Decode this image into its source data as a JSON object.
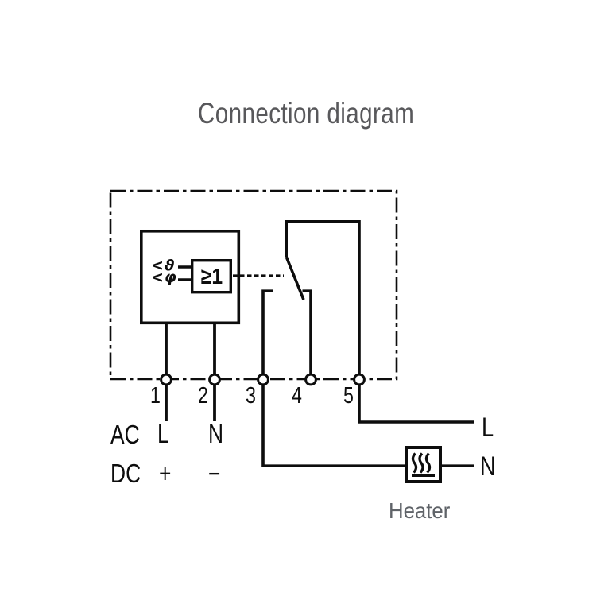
{
  "title": "Connection diagram",
  "colors": {
    "line": "#0d0d0d",
    "text_gray": "#58585b"
  },
  "device": {
    "sensor_inputs": [
      "<ϑ",
      "<φ"
    ],
    "logic_gate_label": "≥1"
  },
  "terminals": [
    "1",
    "2",
    "3",
    "4",
    "5"
  ],
  "supply": {
    "ac_label": "AC",
    "ac_line": "L",
    "ac_neutral": "N",
    "dc_label": "DC",
    "dc_plus": "+",
    "dc_minus": "−"
  },
  "output": {
    "line_label": "L",
    "neutral_label": "N",
    "load_label": "Heater"
  }
}
